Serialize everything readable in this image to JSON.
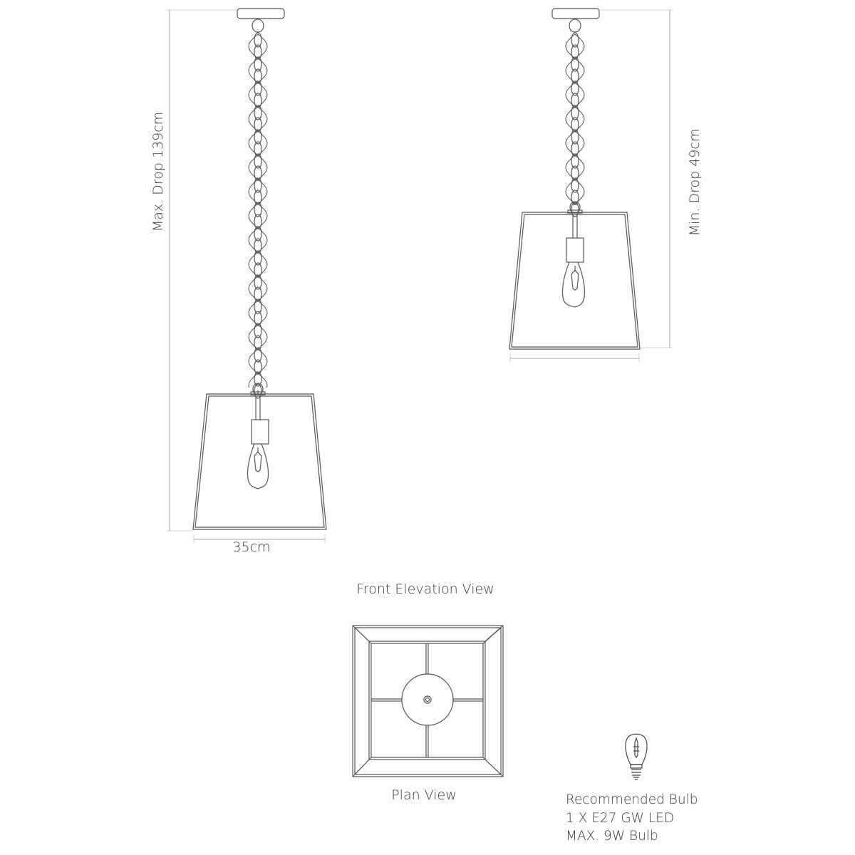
{
  "labels": {
    "max_drop": "Max. Drop 139cm",
    "min_drop": "Min. Drop 49cm",
    "width": "35cm",
    "front_elevation": "Front Elevation View",
    "plan_view": "Plan View"
  },
  "bulb": {
    "title": "Recommended Bulb",
    "line1": "1 X E27 GW LED",
    "line2": "MAX. 9W Bulb"
  },
  "colors": {
    "line": "#555555",
    "text": "#3a3a3a"
  }
}
